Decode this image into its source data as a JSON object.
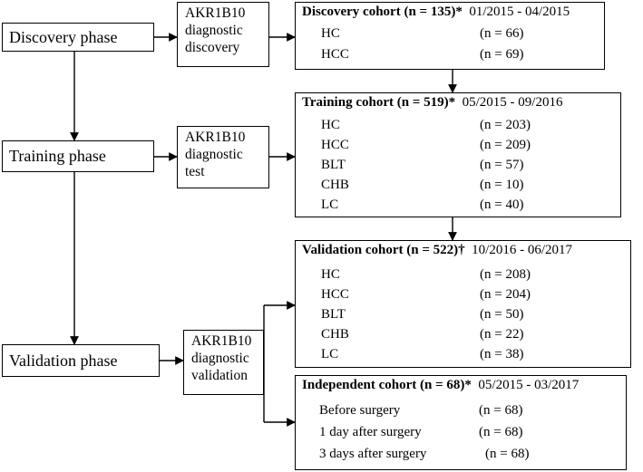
{
  "phases": {
    "discovery": "Discovery phase",
    "training": "Training phase",
    "validation": "Validation phase"
  },
  "tests": {
    "discovery": [
      "AKR1B10",
      "diagnostic",
      "discovery"
    ],
    "training": [
      "AKR1B10",
      "diagnostic",
      "test"
    ],
    "validation": [
      "AKR1B10",
      "diagnostic",
      "validation"
    ]
  },
  "cohorts": {
    "discovery": {
      "title": "Discovery cohort (n = 135)*",
      "period": "01/2015 - 04/2015",
      "rows": [
        {
          "label": "HC",
          "n": "(n = 66)"
        },
        {
          "label": "HCC",
          "n": "(n = 69)"
        }
      ]
    },
    "training": {
      "title": "Training cohort (n = 519)*",
      "period": "05/2015 - 09/2016",
      "rows": [
        {
          "label": "HC",
          "n": "(n = 203)"
        },
        {
          "label": "HCC",
          "n": "(n = 209)"
        },
        {
          "label": "BLT",
          "n": "(n = 57)"
        },
        {
          "label": "CHB",
          "n": "(n = 10)"
        },
        {
          "label": "LC",
          "n": "(n = 40)"
        }
      ]
    },
    "validation": {
      "title": "Validation cohort (n = 522)†",
      "period": "10/2016 - 06/2017",
      "rows": [
        {
          "label": "HC",
          "n": "(n = 208)"
        },
        {
          "label": "HCC",
          "n": "(n = 204)"
        },
        {
          "label": "BLT",
          "n": "(n = 50)"
        },
        {
          "label": "CHB",
          "n": "(n = 22)"
        },
        {
          "label": "LC",
          "n": "(n = 38)"
        }
      ]
    },
    "independent": {
      "title": "Independent cohort (n = 68)*",
      "period": "05/2015 - 03/2017",
      "rows": [
        {
          "label": "Before surgery",
          "n": "(n = 68)"
        },
        {
          "label": "1 day after surgery",
          "n": "(n = 68)"
        },
        {
          "label": "3 days after surgery",
          "n": "(n = 68)"
        }
      ]
    }
  }
}
